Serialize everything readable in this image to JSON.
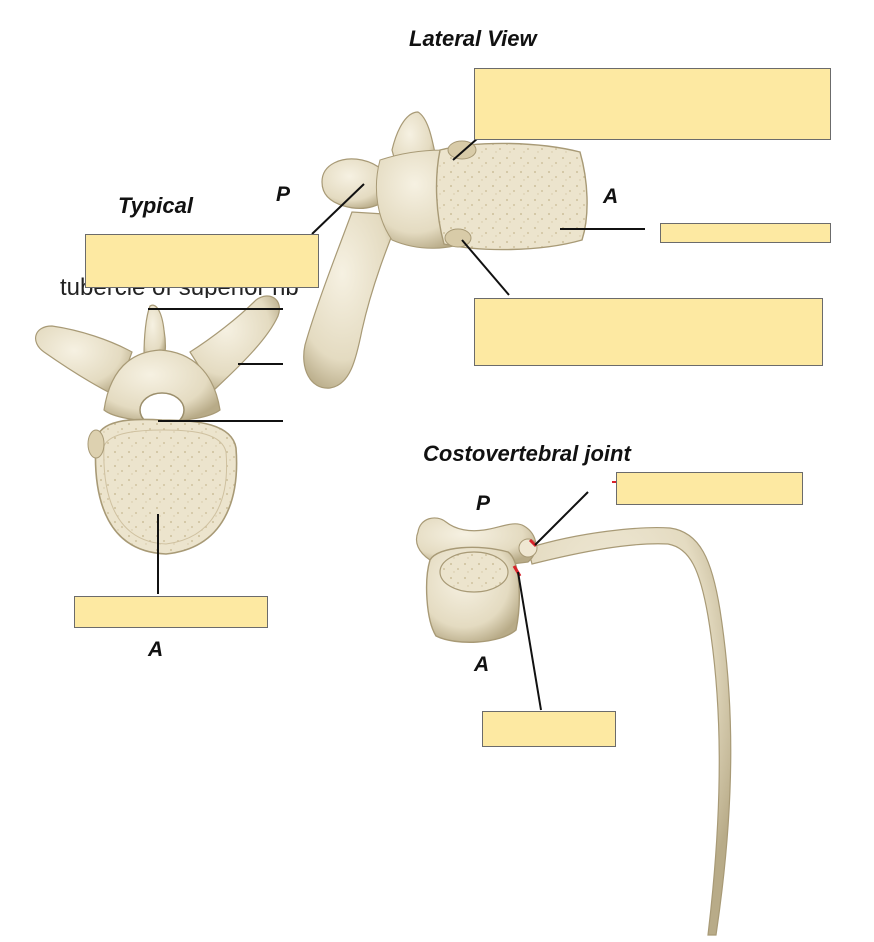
{
  "titles": {
    "lateral": "Lateral View",
    "typical": "Typical",
    "costovertebral": "Costovertebral joint"
  },
  "directions": {
    "lateral_posterior": "P",
    "lateral_anterior": "A",
    "typical_anterior": "A",
    "joint_posterior": "P",
    "joint_anterior": "A"
  },
  "partial_text": {
    "tubercle": "tubercle of superior rib"
  },
  "colors": {
    "answer_box_fill": "#fde9a2",
    "bone": "#e8e0c9",
    "bone_shadow": "#b9ad8c",
    "leader_line": "#111111",
    "joint_mark": "#d9222a"
  }
}
